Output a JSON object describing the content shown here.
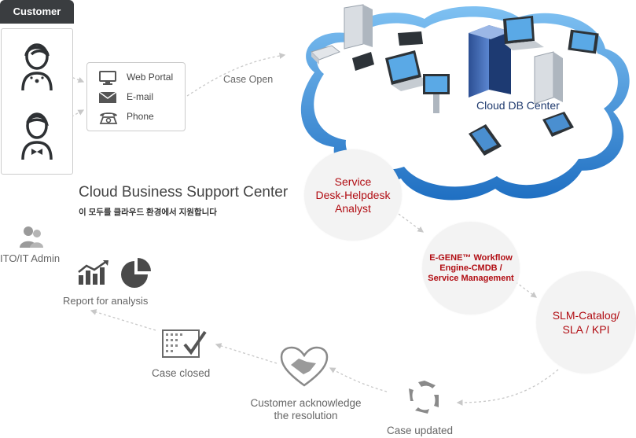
{
  "customer": {
    "tab_label": "Customer"
  },
  "channels": {
    "items": [
      {
        "label": "Web Portal",
        "icon": "monitor-icon"
      },
      {
        "label": "E-mail",
        "icon": "envelope-icon"
      },
      {
        "label": "Phone",
        "icon": "phone-icon"
      }
    ]
  },
  "flow_labels": {
    "case_open": "Case Open"
  },
  "cloud": {
    "label": "Cloud DB Center"
  },
  "center": {
    "title": "Cloud Business Support Center",
    "subtitle": "이 모두를 클라우드 환경에서 지원합니다"
  },
  "process": {
    "service_desk": [
      "Service",
      "Desk-Helpdesk",
      "Analyst"
    ],
    "egene": [
      "E-GENE™ Workflow",
      "Engine-CMDB /",
      "Service Management"
    ],
    "slm": [
      "SLM-Catalog/",
      "SLA / KPI"
    ],
    "case_updated": "Case updated",
    "customer_ack": [
      "Customer acknowledge",
      "the resolution"
    ],
    "case_closed": "Case closed",
    "report": "Report for analysis",
    "admin": "ITO/IT Admin"
  },
  "colors": {
    "accent_red": "#b10d13",
    "cloud_blue": "#3a8ad6",
    "dark_tab": "#3a3d40",
    "navy_label": "#1f3a6e"
  }
}
